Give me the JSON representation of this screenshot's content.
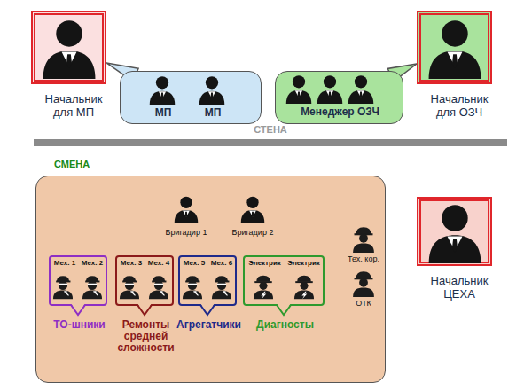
{
  "diagram": {
    "nodes": [
      {
        "text": [
          "Начальник для МП"
        ]
      },
      {
        "text": [
          "МП",
          "МП"
        ]
      },
      {
        "text": [
          "Менеджер ОЗЧ"
        ]
      },
      {
        "text": [
          "Начальник для ОЗЧ"
        ]
      },
      {
        "text": [
          "СТЕНА"
        ]
      },
      {
        "text": [
          "СМЕНА"
        ]
      },
      {
        "text": [
          "Мех. 1",
          "Мех. 2",
          "ТО-шники"
        ],
        "in": 5
      },
      {
        "text": [
          "Мех. 3",
          "Мех. 4",
          "Ремонты средней сложности"
        ],
        "in": 5
      },
      {
        "text": [
          "Мех. 5",
          "Мех. 6",
          "Агрегатчики"
        ],
        "in": 5
      },
      {
        "text": [
          "Электрик",
          "Электрик",
          "Диагносты"
        ],
        "in": 5
      },
      {
        "text": [
          "Начальник ЦЕХА"
        ]
      }
    ],
    "edges": [
      {
        "from": 1,
        "to": 0,
        "arrow": "none"
      },
      {
        "from": 2,
        "to": 3,
        "arrow": "none"
      }
    ],
    "labels": [
      "Бригадир 1",
      "Бригадир 2",
      "Тех. кор.",
      "ОТК"
    ]
  }
}
